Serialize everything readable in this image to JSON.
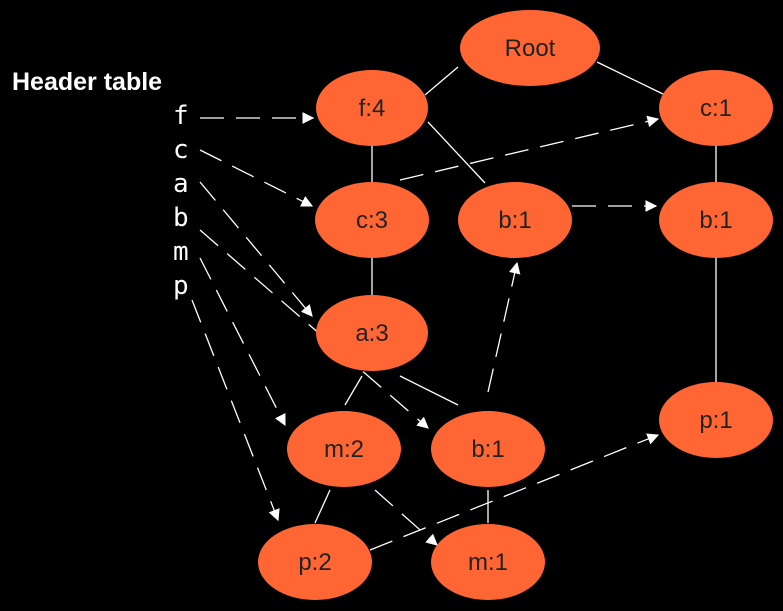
{
  "header_table": {
    "title": "Header table",
    "items": [
      "f",
      "c",
      "a",
      "b",
      "m",
      "p"
    ]
  },
  "colors": {
    "node_fill": "#ff6633",
    "background": "#000000",
    "edge": "#ffffff"
  },
  "nodes": {
    "root": "Root",
    "f4": "f:4",
    "c3": "c:3",
    "a3": "a:3",
    "m2": "m:2",
    "p2": "p:2",
    "b1_a": "b:1",
    "m1": "m:1",
    "b1_f": "b:1",
    "c1": "c:1",
    "b1_c": "b:1",
    "p1": "p:1"
  }
}
